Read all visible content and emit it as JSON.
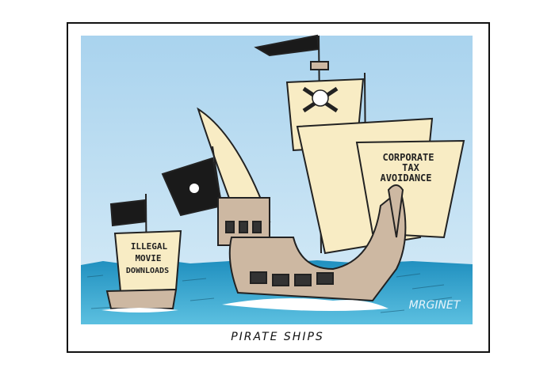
{
  "cartoon": {
    "caption": "PIRATE SHIPS",
    "big_ship_sail_text": [
      "CORPORATE",
      "TAX",
      "AVOIDANCE"
    ],
    "small_ship_sail_text": [
      "ILLEGAL",
      "MOVIE",
      "DOWNLOADS"
    ],
    "signature": "MRGINET"
  },
  "colors": {
    "sky": "#bcdcf0",
    "sea": "#2f9bc4",
    "sail": "#f8ecc4",
    "hull": "#cdb8a2",
    "flag": "#1a1a1a"
  }
}
